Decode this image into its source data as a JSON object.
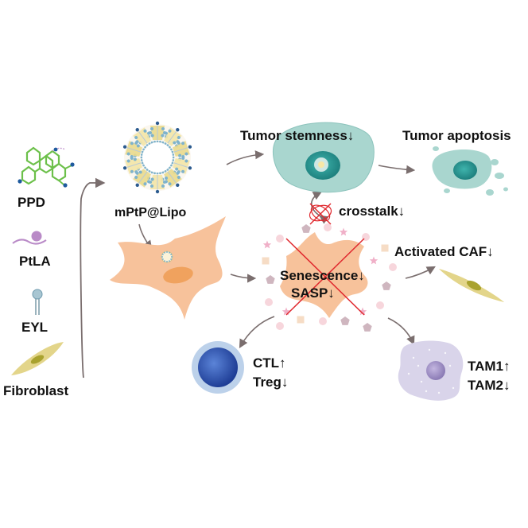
{
  "components": {
    "ppd": "PPD",
    "ptla": "PtLA",
    "eyl": "EYL",
    "fibroblast": "Fibroblast"
  },
  "nanoparticle": "mPtP@Lipo",
  "outcomes": {
    "tumor_stemness": "Tumor stemness↓",
    "tumor_apoptosis": "Tumor apoptosis",
    "crosstalk": "crosstalk↓",
    "activated_caf": "Activated CAF↓",
    "senescence": "Senescence↓",
    "sasp": "SASP↓",
    "ctl": "CTL↑",
    "treg": "Treg↓",
    "tam1": "TAM1↑",
    "tam2": "TAM2↓"
  },
  "colors": {
    "arrow": "#7a6e6e",
    "tumor_cell": "#a9d6cf",
    "tumor_nucleus": "#2a9d9a",
    "fibroblast": "#f7c29b",
    "fibroblast_nucleus": "#f0a25e",
    "caf": "#e3d58a",
    "caf_nucleus": "#a9a22e",
    "cross": "#e0282e",
    "ctl_outer": "#bcd1ea",
    "ctl_inner": "#2a52a8",
    "tam": "#d9d4ea",
    "tam_nucleus": "#a595c7"
  }
}
